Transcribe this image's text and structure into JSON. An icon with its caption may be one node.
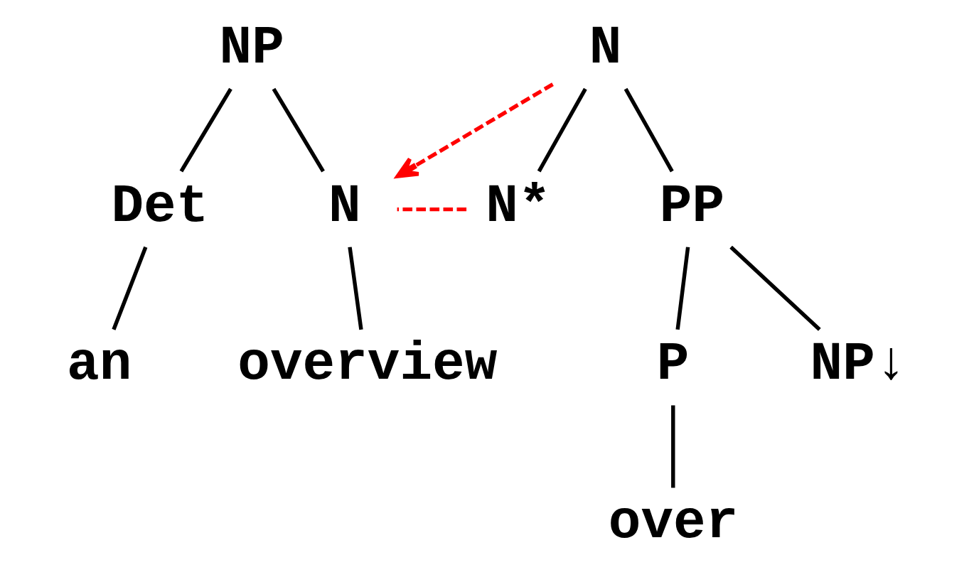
{
  "diagram": {
    "nodes": [
      {
        "text": [
          "NP"
        ]
      },
      {
        "text": [
          "Det"
        ]
      },
      {
        "text": [
          "N"
        ]
      },
      {
        "text": [
          "an"
        ]
      },
      {
        "text": [
          "overview"
        ]
      },
      {
        "text": [
          "N"
        ]
      },
      {
        "text": [
          "N*"
        ]
      },
      {
        "text": [
          "PP"
        ]
      },
      {
        "text": [
          "P"
        ]
      },
      {
        "text": [
          "NP↓"
        ]
      },
      {
        "text": [
          "over"
        ]
      }
    ],
    "edges": [
      {
        "from": 0,
        "to": 1,
        "arrow": "none"
      },
      {
        "from": 0,
        "to": 2,
        "arrow": "none"
      },
      {
        "from": 1,
        "to": 3,
        "arrow": "none"
      },
      {
        "from": 2,
        "to": 4,
        "arrow": "none"
      },
      {
        "from": 5,
        "to": 6,
        "arrow": "none"
      },
      {
        "from": 5,
        "to": 7,
        "arrow": "none"
      },
      {
        "from": 7,
        "to": 8,
        "arrow": "none"
      },
      {
        "from": 7,
        "to": 9,
        "arrow": "none"
      },
      {
        "from": 8,
        "to": 10,
        "arrow": "none"
      },
      {
        "from": 5,
        "to": 2,
        "arrow": "to",
        "style": "dashed",
        "color": "#ff0000"
      },
      {
        "from": 6,
        "to": 2,
        "arrow": "none",
        "style": "dashed",
        "color": "#ff0000"
      }
    ]
  }
}
